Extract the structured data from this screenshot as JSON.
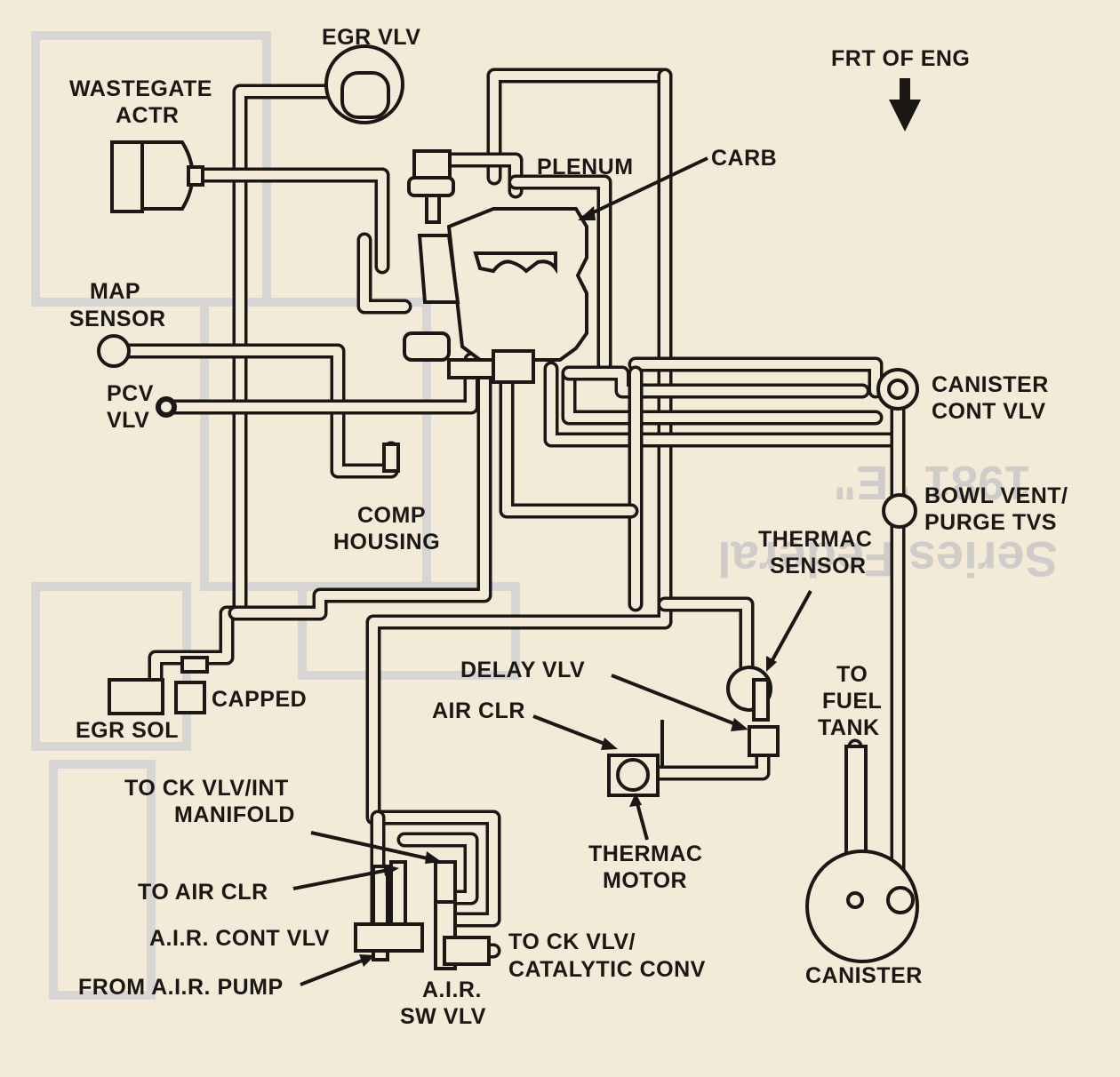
{
  "background_text": {
    "year_title": "1981 \"E\"",
    "series_title": "Series Federal"
  },
  "labels": {
    "egr_vlv": "EGR VLV",
    "wastegate_actr_1": "WASTEGATE",
    "wastegate_actr_2": "ACTR",
    "plenum": "PLENUM",
    "carb": "CARB",
    "frt_of_eng": "FRT OF ENG",
    "map_sensor_1": "MAP",
    "map_sensor_2": "SENSOR",
    "pcv_vlv_1": "PCV",
    "pcv_vlv_2": "VLV",
    "canister_cont_vlv_1": "CANISTER",
    "canister_cont_vlv_2": "CONT VLV",
    "bowl_vent_1": "BOWL VENT/",
    "bowl_vent_2": "PURGE TVS",
    "comp_housing_1": "COMP",
    "comp_housing_2": "HOUSING",
    "thermac_sensor_1": "THERMAC",
    "thermac_sensor_2": "SENSOR",
    "delay_vlv": "DELAY VLV",
    "air_clr": "AIR CLR",
    "capped": "CAPPED",
    "egr_sol": "EGR SOL",
    "to_fuel_tank_1": "TO",
    "to_fuel_tank_2": "FUEL",
    "to_fuel_tank_3": "TANK",
    "thermac_motor_1": "THERMAC",
    "thermac_motor_2": "MOTOR",
    "to_ck_vlv_int_1": "TO CK VLV/INT",
    "to_ck_vlv_int_2": "MANIFOLD",
    "to_air_clr": "TO AIR CLR",
    "air_cont_vlv": "A.I.R. CONT VLV",
    "from_air_pump": "FROM A.I.R. PUMP",
    "to_ck_vlv_cat_1": "TO CK VLV/",
    "to_ck_vlv_cat_2": "CATALYTIC CONV",
    "air_sw_vlv_1": "A.I.R.",
    "air_sw_vlv_2": "SW VLV",
    "canister": "CANISTER"
  }
}
